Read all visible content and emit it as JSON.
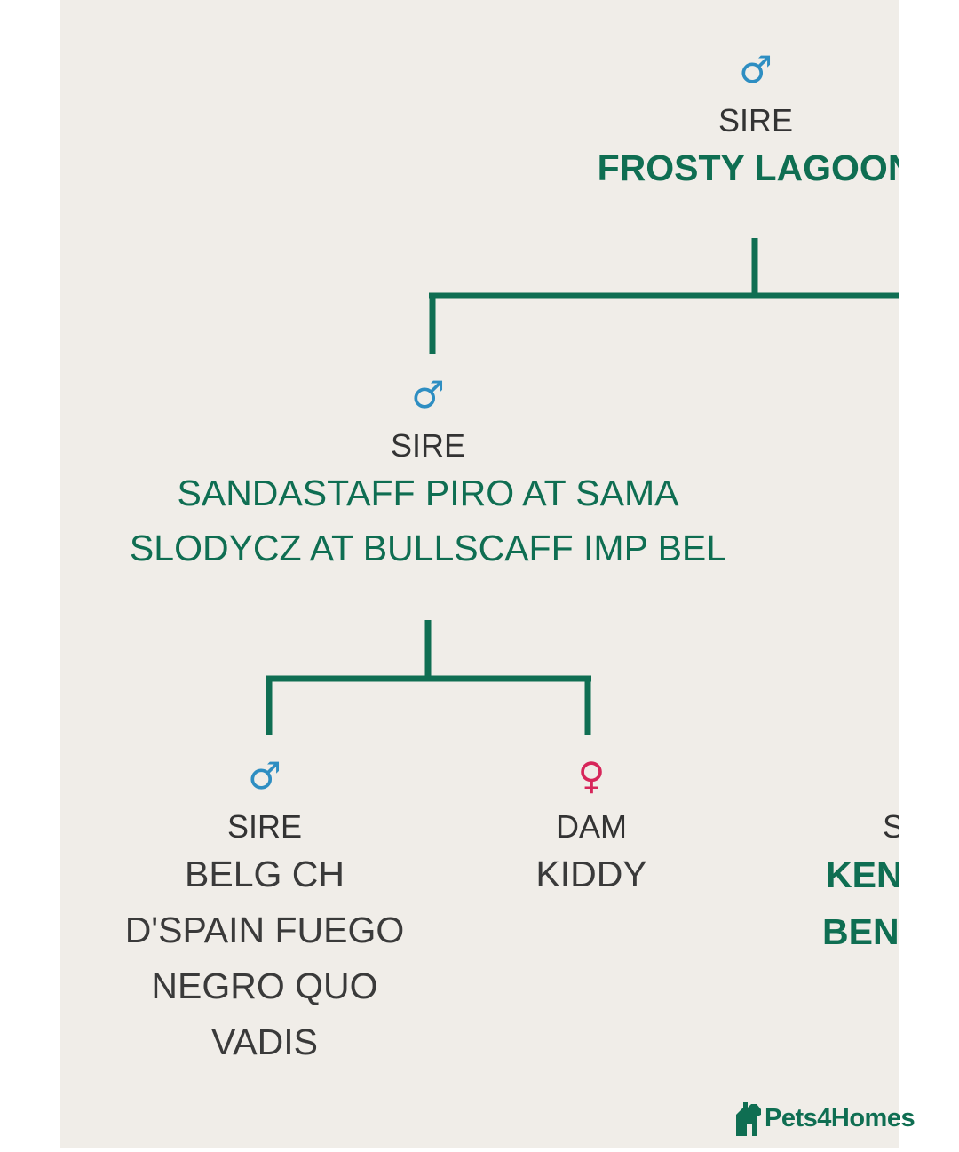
{
  "colors": {
    "background": "#f0ede8",
    "line": "#0f6e52",
    "name_green": "#0f6e52",
    "name_gray": "#3a3a3a",
    "male_symbol": "#2e8ec2",
    "female_symbol": "#d7265a"
  },
  "symbols": {
    "male": "♂",
    "female": "♀"
  },
  "pedigree": {
    "top_sire": {
      "role": "SIRE",
      "name": "FROSTY LAGOON"
    },
    "second_sire": {
      "role": "SIRE",
      "name_lines": [
        "SANDASTAFF PIRO AT SAMA",
        "SLODYCZ AT BULLSCAFF IMP BEL"
      ]
    },
    "grand_sire": {
      "role": "SIRE",
      "name_lines": [
        "BELG CH",
        "D'SPAIN FUEGO",
        "NEGRO QUO",
        "VADIS"
      ]
    },
    "grand_dam": {
      "role": "DAM",
      "name_lines": [
        "KIDDY"
      ]
    },
    "right_partial": {
      "role": "S",
      "name_lines": [
        "KEN",
        "BEN"
      ]
    }
  },
  "logo": {
    "text": "Pets4Homes",
    "icon": "pets4homes-dog-house-icon"
  }
}
